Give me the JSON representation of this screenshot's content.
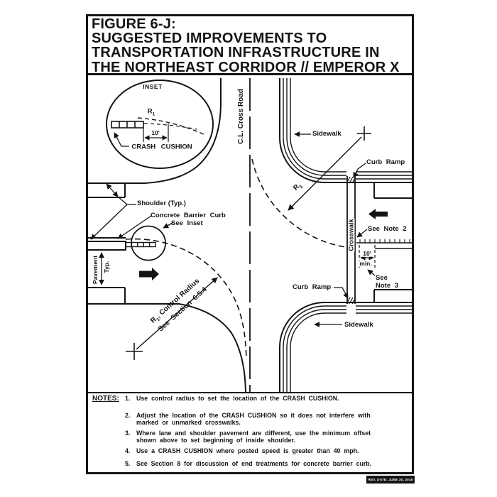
{
  "title": {
    "lines": [
      "FIGURE 6-J:",
      "SUGGESTED IMPROVEMENTS TO",
      "TRANSPORTATION INFRASTRUCTURE IN",
      "THE NORTHEAST CORRIDOR // EMPEROR X"
    ]
  },
  "inset": {
    "label": "INSET",
    "radius_base": "R",
    "radius_sub": "1",
    "dim": "10'",
    "caption": "CRASH CUSHION"
  },
  "plan": {
    "cl_cross_road": "C.L. Cross Road",
    "shoulder": "Shoulder (Typ.)",
    "concrete_barrier_curb": "Concrete Barrier Curb",
    "see_inset": "See Inset",
    "pavement": "Pavement",
    "typ": "Typ.",
    "control_radius_base": "R",
    "control_radius_sub": "1",
    "control_radius_rest": ", Control Radius",
    "control_radius_line2": "See Section 6.5.4",
    "sidewalk_top": "Sidewalk",
    "sidewalk_bottom": "Sidewalk",
    "curb_ramp_top": "Curb Ramp",
    "curb_ramp_bottom": "Curb Ramp",
    "crosswalk": "Crosswalk",
    "see_note_2": "See Note 2",
    "r1_base": "R",
    "r1_sub": "1",
    "dim_10": "10'",
    "dim_min": "min.",
    "see_note_3_line1": "See",
    "see_note_3_line2": "Note 3"
  },
  "notes": {
    "heading": "NOTES:",
    "items": [
      {
        "num": "1.",
        "lines": [
          "Use control radius to set the location of the CRASH CUSHION."
        ]
      },
      {
        "num": "2.",
        "lines": [
          "Adjust the location of the CRASH CUSHION so it does not interfere with",
          "marked or unmarked crosswalks."
        ]
      },
      {
        "num": "3.",
        "lines": [
          "Where lane and shoulder pavement are different, use the minimum offset",
          "shown above to set beginning of inside shoulder."
        ]
      },
      {
        "num": "4.",
        "lines": [
          "Use a CRASH CUSHION where posted speed is greater than 40 mph."
        ]
      },
      {
        "num": "5.",
        "lines": [
          "See Section 8 for discussion of end treatments for concrete barrier curb."
        ]
      }
    ]
  },
  "footer": {
    "rev_date": "REV. DATE: JUNE 30, 2016"
  },
  "colors": {
    "ink": "#141414",
    "paper": "#ffffff"
  }
}
